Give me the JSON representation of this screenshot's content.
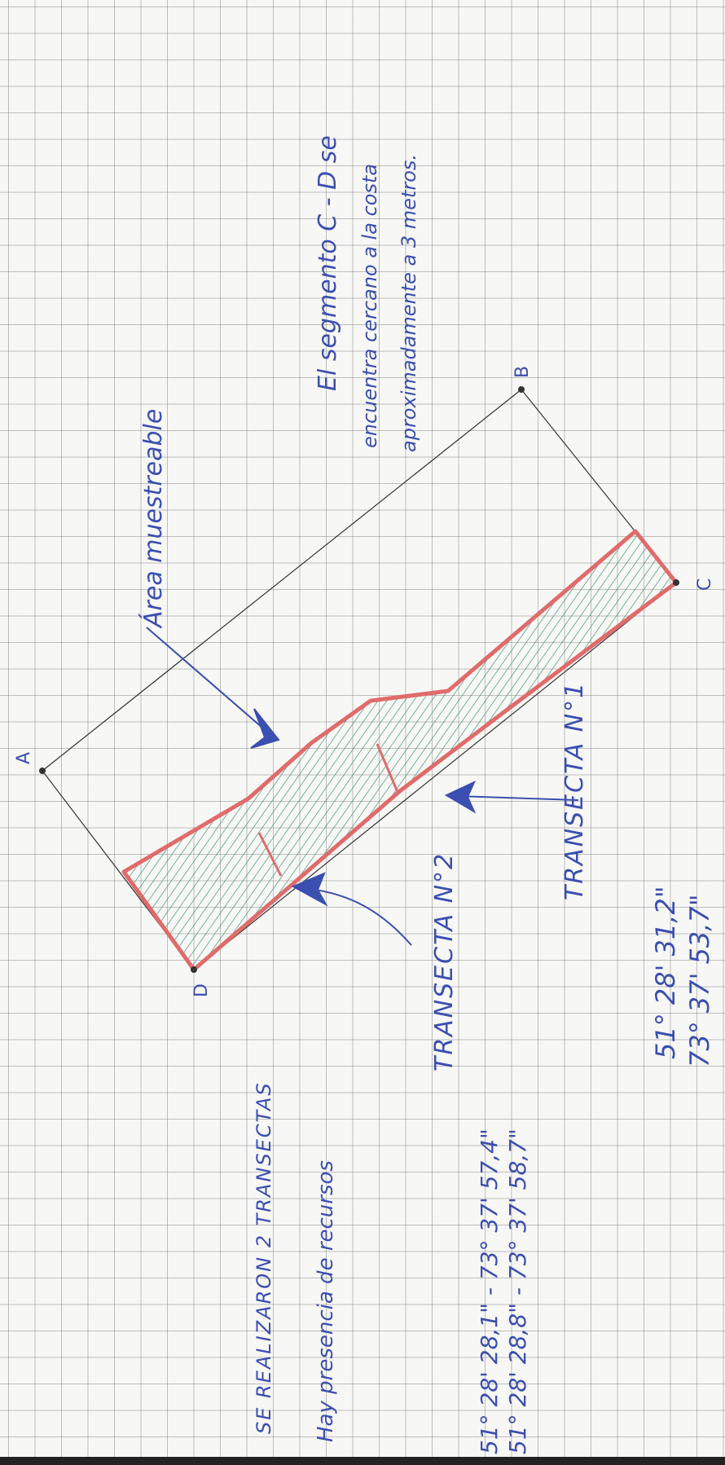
{
  "colors": {
    "ink_blue": "#3b4fb0",
    "boundary_red": "#e06b6b",
    "hatch_green": "#2e8a6e",
    "outline_black": "#333333",
    "paper": "#f7f7f5"
  },
  "points": {
    "a": "A",
    "b": "B",
    "c": "C",
    "d": "D"
  },
  "labels": {
    "area": "Área muestreable",
    "transect_1": "TRANSECTA N°1",
    "transect_2": "TRANSECTA N°2"
  },
  "notes": {
    "segment_line1": "El segmento C - D se",
    "segment_line2": "encuentra cercano a la costa",
    "segment_line3": "aproximadamente a 3 metros.",
    "transects_done": "SE REALIZARON 2 TRANSECTAS",
    "presence": "Hay presencia de recursos"
  },
  "coords": {
    "t1_lat": "51° 28' 31,2\"",
    "t1_lon": "73° 37' 53,7\"",
    "t2_line1": "51° 28' 28,1\" - 73° 37' 57,4\"",
    "t2_line2": "51° 28' 28,8\" - 73° 37' 58,7\""
  }
}
